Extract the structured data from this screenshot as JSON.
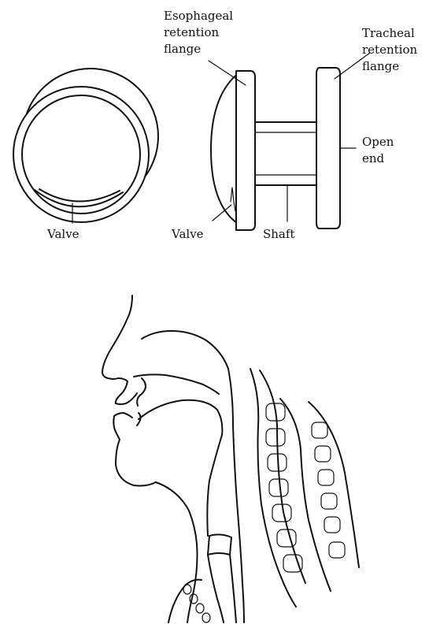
{
  "labels": {
    "valve_left": "Valve",
    "valve_right": "Valve",
    "shaft": "Shaft",
    "esophageal": [
      "Esophageal",
      "retention",
      "flange"
    ],
    "tracheal": [
      "Tracheal",
      "retention",
      "flange"
    ],
    "open_end": [
      "Open",
      "end"
    ]
  }
}
